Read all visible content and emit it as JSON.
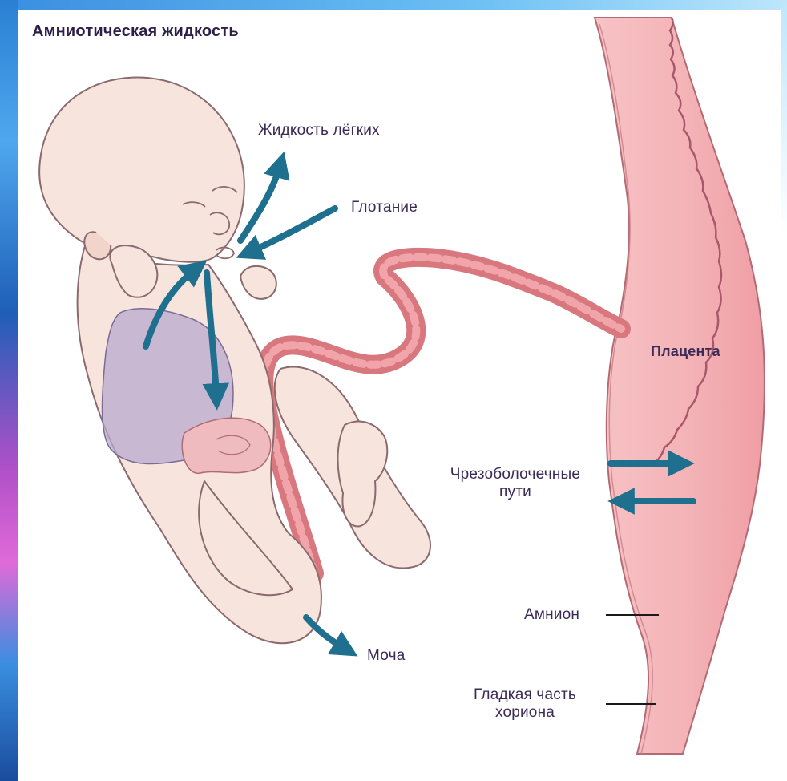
{
  "title": "Амниотическая жидкость",
  "labels": {
    "lung_fluid": "Жидкость лёгких",
    "swallowing": "Глотание",
    "placenta": "Плацента",
    "transmembrane_line1": "Чрезоболочечные",
    "transmembrane_line2": "пути",
    "amnion": "Амнион",
    "chorion_line1": "Гладкая часть",
    "chorion_line2": "хориона",
    "urine": "Моча"
  },
  "colors": {
    "arrow": "#1f6f8e",
    "skin": "#f6e3dc",
    "skin_outline": "#8a6a6e",
    "cord": "#e08a8f",
    "placenta": "#f4b8bc",
    "lung": "#b6a8cc",
    "text": "#3b2a56"
  }
}
